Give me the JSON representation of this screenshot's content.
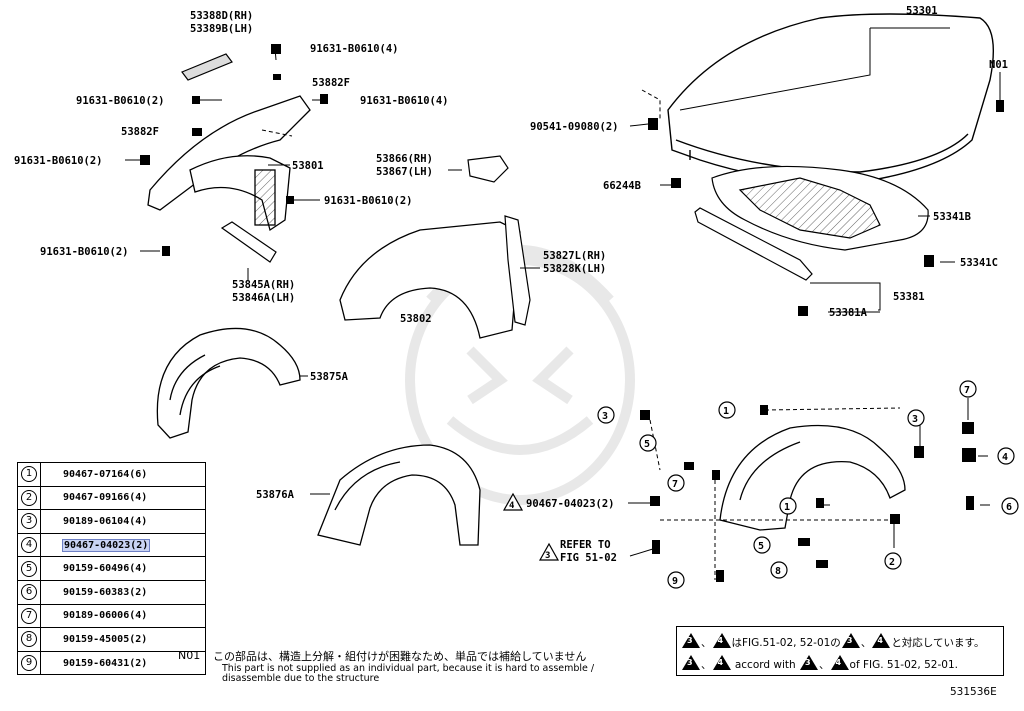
{
  "labels": {
    "hood": "53301",
    "n01": "N01",
    "hood_stop": "90541-09080(2)",
    "hood_pad": "66244B",
    "insulator": "53341B",
    "insulator_clip": "53341C",
    "seal": "53381",
    "seal_clip": "53381A",
    "cover_rh": "53388D(RH)",
    "cover_lh": "53389B(LH)",
    "bolt_top": "91631-B0610(4)",
    "bolt_left": "91631-B0610(2)",
    "bolt_right": "91631-B0610(4)",
    "pad_upper": "53882F",
    "pad_left": "53882F",
    "bolt_mid_left": "91631-B0610(2)",
    "fender_apron": "53801",
    "bolt_mid": "91631-B0610(2)",
    "bolt_bottom": "91631-B0610(2)",
    "bracket_rh": "53866(RH)",
    "bracket_lh": "53867(LH)",
    "brace_rh": "53845A(RH)",
    "brace_lh": "53846A(LH)",
    "fender": "53802",
    "seal_rh": "53827L(RH)",
    "seal_lh": "53828K(LH)",
    "liner_front": "53875A",
    "liner_rear": "53876A",
    "clip_ref": "90467-04023(2)",
    "refer_1": "REFER TO",
    "refer_2": "FIG 51-02"
  },
  "callouts": [
    "1",
    "2",
    "3",
    "4",
    "5",
    "6",
    "7",
    "8",
    "9"
  ],
  "parts_table": [
    {
      "num": "1",
      "part": "90467-07164(6)"
    },
    {
      "num": "2",
      "part": "90467-09166(4)"
    },
    {
      "num": "3",
      "part": "90189-06104(4)"
    },
    {
      "num": "4",
      "part": "90467-04023(2)"
    },
    {
      "num": "5",
      "part": "90159-60496(4)"
    },
    {
      "num": "6",
      "part": "90159-60383(2)"
    },
    {
      "num": "7",
      "part": "90189-06006(4)"
    },
    {
      "num": "8",
      "part": "90159-45005(2)"
    },
    {
      "num": "9",
      "part": "90159-60431(2)"
    }
  ],
  "highlighted_row": "4",
  "note": {
    "code": "N01",
    "jp": "この部品は、構造上分解・組付けが困難なため、単品では補給していません",
    "en": "This part is not supplied as an individual part, because it is hard to assemble / disassemble due to the structure"
  },
  "ref_box": {
    "sym3": "3",
    "sym4": "4",
    "sep": "、",
    "jp_mid": "はFIG.51-02, 52-01の",
    "jp_end": "と対応しています。",
    "en_mid": "accord with",
    "en_end": "of FIG. 51-02, 52-01."
  },
  "figure_number": "531536E",
  "colors": {
    "ink": "#000000",
    "highlight": "#c9d3f3",
    "watermark": "#e6e6e6"
  }
}
